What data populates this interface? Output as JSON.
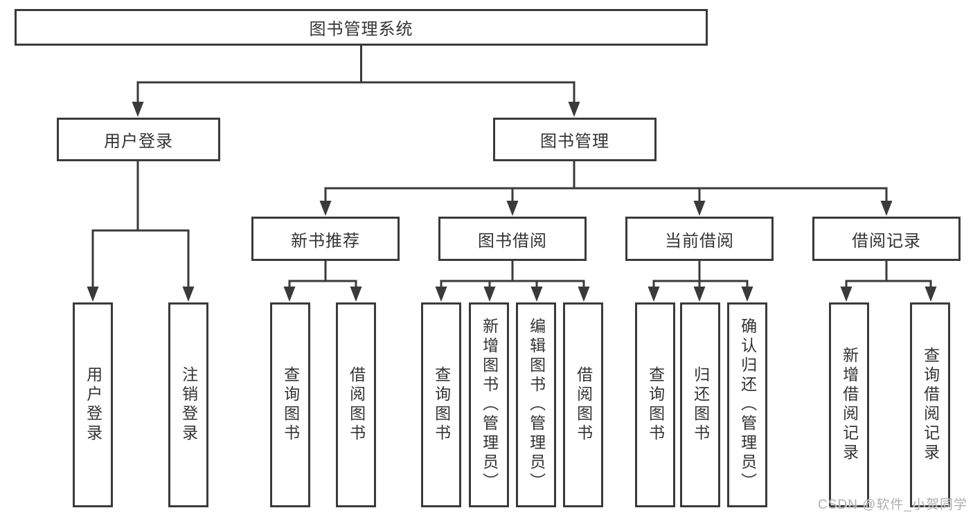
{
  "tree": {
    "label": "图书管理系统",
    "children": [
      {
        "label": "用户登录",
        "children": [
          {
            "label": "用户登录"
          },
          {
            "label": "注销登录"
          }
        ]
      },
      {
        "label": "图书管理",
        "children": [
          {
            "label": "新书推荐",
            "children": [
              {
                "label": "查询图书"
              },
              {
                "label": "借阅图书"
              }
            ]
          },
          {
            "label": "图书借阅",
            "children": [
              {
                "label": "查询图书"
              },
              {
                "label": "新增图书（管理员）"
              },
              {
                "label": "编辑图书（管理员）"
              },
              {
                "label": "借阅图书"
              }
            ]
          },
          {
            "label": "当前借阅",
            "children": [
              {
                "label": "查询图书"
              },
              {
                "label": "归还图书"
              },
              {
                "label": "确认归还（管理员）"
              }
            ]
          },
          {
            "label": "借阅记录",
            "children": [
              {
                "label": "新增借阅记录"
              },
              {
                "label": "查询借阅记录"
              }
            ]
          }
        ]
      }
    ]
  },
  "watermark": {
    "text": "CSDN @软件_小贺同学"
  },
  "colors": {
    "line": "#3a3a3a",
    "text": "#333333",
    "box_background": "#ffffff",
    "watermark": "#acacac"
  }
}
